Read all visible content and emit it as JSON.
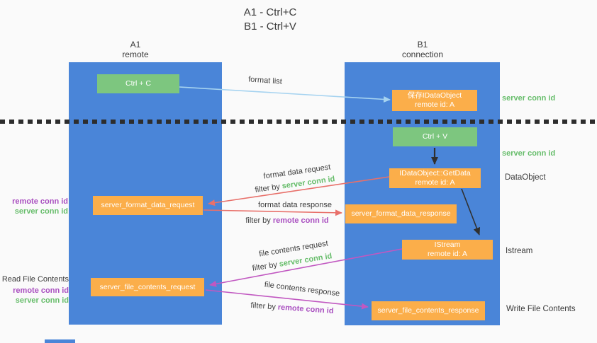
{
  "title": {
    "line1": "A1 - Ctrl+C",
    "line2": "B1 - Ctrl+V"
  },
  "lanes": {
    "a1": {
      "name": "A1",
      "subtitle": "remote"
    },
    "b1": {
      "name": "B1",
      "subtitle": "connection"
    }
  },
  "boxes": {
    "ctrl_c": {
      "label": "Ctrl + C"
    },
    "save_idataobject": {
      "line1": "保存IDataObject",
      "line2": "remote id: A"
    },
    "ctrl_v": {
      "label": "Ctrl + V"
    },
    "getdata": {
      "line1": "IDataObject::GetData",
      "line2": "remote id: A"
    },
    "server_format_data_request": {
      "label": "server_format_data_request"
    },
    "server_format_data_response": {
      "label": "server_format_data_response"
    },
    "istream": {
      "line1": "IStream",
      "line2": "remote id: A"
    },
    "server_file_contents_request": {
      "label": "server_file_contents_request"
    },
    "server_file_contents_response": {
      "label": "server_file_contents_response"
    }
  },
  "arrows": {
    "format_list": {
      "label": "format list"
    },
    "format_data_request": {
      "label": "format data request",
      "filter_prefix": "filter by",
      "filter_key": "server conn id"
    },
    "format_data_response": {
      "label": "format data response",
      "filter_prefix": "filter by",
      "filter_key": "remote conn id"
    },
    "file_contents_request": {
      "label": "file contents request",
      "filter_prefix": "filter by",
      "filter_key": "server conn id"
    },
    "file_contents_response": {
      "label": "file contents response",
      "filter_prefix": "filter by",
      "filter_key": "remote conn id"
    }
  },
  "side_labels": {
    "right_server_conn_id_top": "server conn id",
    "right_server_conn_id_mid": "server conn id",
    "right_dataobject": "DataObject",
    "right_istream": "Istream",
    "right_write_file_contents": "Write File Contents",
    "left_remote_conn_id_top": "remote conn id",
    "left_server_conn_id_top": "server conn id",
    "left_read_file_contents": "Read File Contents",
    "left_remote_conn_id_bottom": "remote conn id",
    "left_server_conn_id_bottom": "server conn id"
  },
  "colors": {
    "lane_blue": "#4a85d8",
    "box_green": "#7dc67f",
    "box_orange": "#fbae4a",
    "text_green": "#67bd6b",
    "text_purple": "#a94fc0",
    "arrow_red": "#e8706a",
    "arrow_magenta": "#c158c1",
    "arrow_light_blue": "#a6d3f0",
    "arrow_black": "#303030",
    "background": "#fafafa"
  }
}
